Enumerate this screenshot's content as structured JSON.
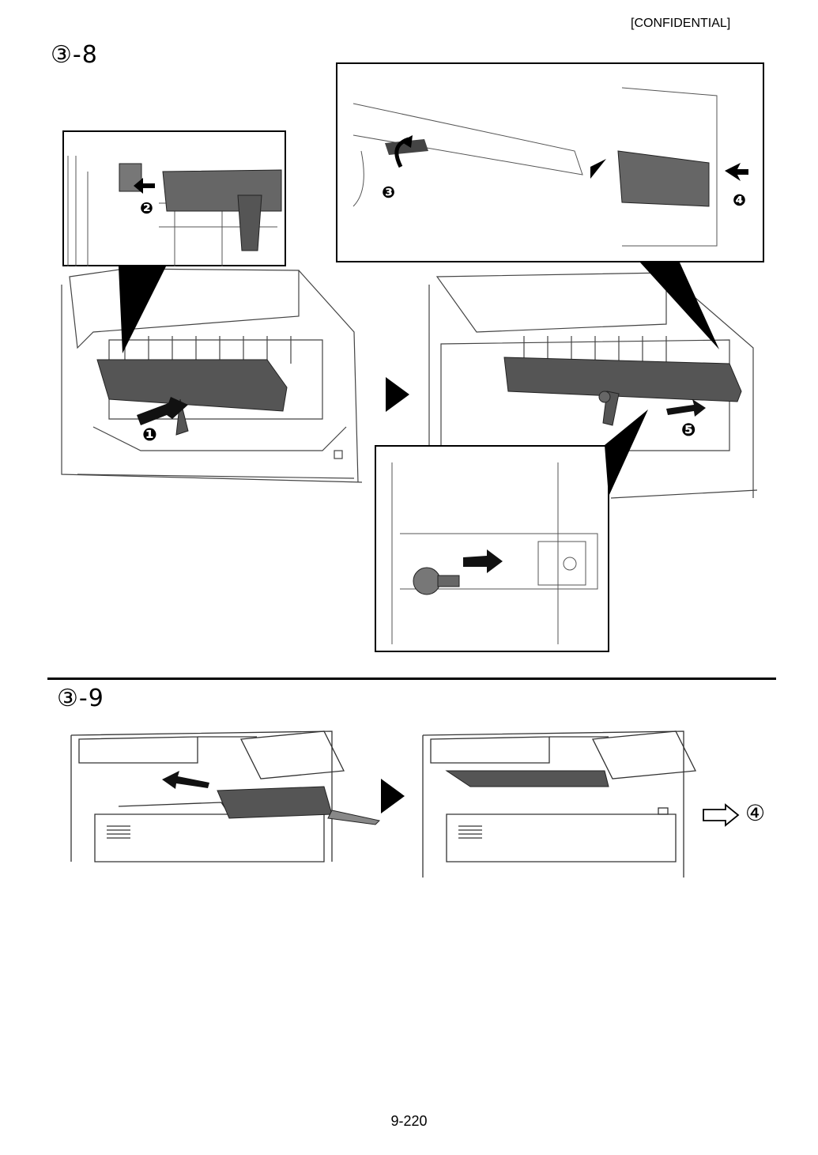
{
  "header": {
    "label": "[CONFIDENTIAL]"
  },
  "steps": [
    {
      "label": "③-8"
    },
    {
      "label": "③-9"
    }
  ],
  "callouts": [
    "❶",
    "❷",
    "❸",
    "❹",
    "❺"
  ],
  "next_step": "④",
  "footer": {
    "page_number": "9-220"
  }
}
